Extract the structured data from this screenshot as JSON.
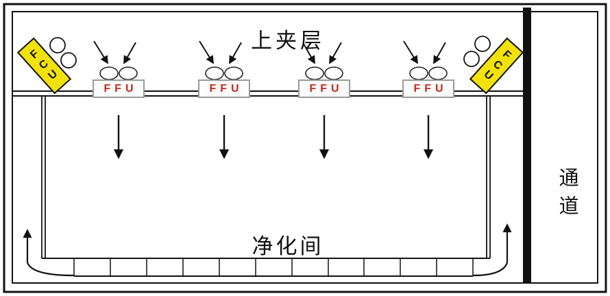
{
  "diagram": {
    "labels": {
      "plenum": "上夹层",
      "cleanroom": "净化间",
      "corridor": "通道"
    },
    "units": {
      "ffu_label": "FFU",
      "fcu_label": "FCU",
      "ffu_count": 4,
      "fcu_count": 2
    },
    "colors": {
      "line": "#111111",
      "ffu_text_red": "#c4291c",
      "fcu_yellow": "#f2e20a",
      "background": "#ffffff"
    }
  }
}
